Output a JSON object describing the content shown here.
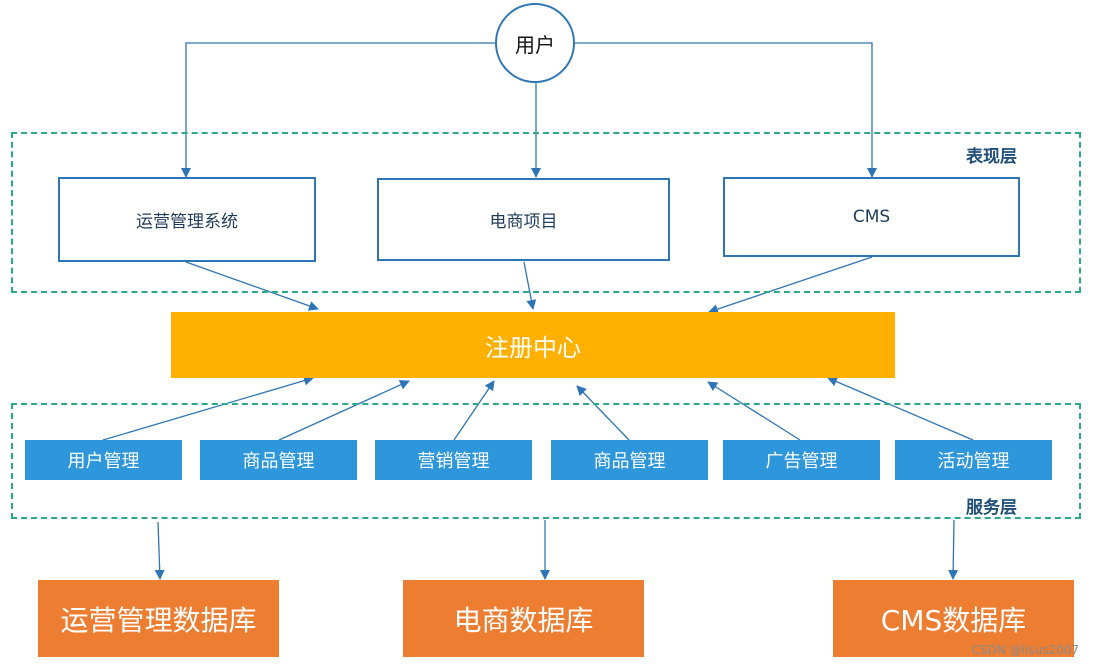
{
  "user": {
    "label": "用户"
  },
  "presentation_layer": {
    "label": "表现层",
    "systems": [
      "运营管理系统",
      "电商项目",
      "CMS"
    ]
  },
  "registry": {
    "label": "注册中心"
  },
  "service_layer": {
    "label": "服务层",
    "services": [
      "用户管理",
      "商品管理",
      "营销管理",
      "商品管理",
      "广告管理",
      "活动管理"
    ]
  },
  "databases": [
    "运营管理数据库",
    "电商数据库",
    "CMS数据库"
  ],
  "watermark": "CSDN @lisus2007",
  "colors": {
    "dashed_border": "#2aaa8a",
    "presentation_border": "#2e75b6",
    "registry": "#ffb000",
    "service": "#2e96db",
    "database": "#ed7d31",
    "arrow": "#2e75b6"
  }
}
